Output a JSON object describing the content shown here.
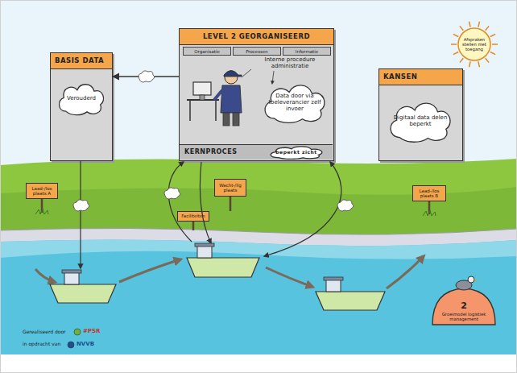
{
  "diagram": {
    "nodes": [
      {
        "text": [
          "BASIS DATA"
        ]
      },
      {
        "text": [
          "Verouderd"
        ],
        "in": 0
      },
      {
        "text": [
          "LEVEL 2 GEORGANISEERD"
        ]
      },
      {
        "text": [
          "Organisatie"
        ],
        "in": 2
      },
      {
        "text": [
          "Processen"
        ],
        "in": 2
      },
      {
        "text": [
          "Informatie"
        ],
        "in": 2
      },
      {
        "text": [
          "Data door via toeleverancier zelf invoer"
        ],
        "in": 2
      },
      {
        "text": [
          "KERNPROCES"
        ],
        "in": 2
      },
      {
        "text": [
          "beperkt zicht"
        ],
        "in": 7
      },
      {
        "text": [
          "KANSEN"
        ]
      },
      {
        "text": [
          "Digitaal data delen beperkt"
        ],
        "in": 9
      },
      {
        "text": [
          "Afspraken stellen met toegang"
        ]
      },
      {
        "text": [
          "Laad-/los plaats A"
        ]
      },
      {
        "text": [
          "Wacht-/lig plaats"
        ]
      },
      {
        "text": [
          "Faciliteiten"
        ]
      },
      {
        "text": [
          "Laad-/los plaats B"
        ]
      },
      {
        "text": [
          "2",
          "Groeimodel logistiek management"
        ]
      }
    ],
    "edges": [
      {
        "from": 2,
        "to": 0,
        "arrow": "to"
      }
    ],
    "labels": [
      "Interne procedure administratie",
      "Gerealiseerd door",
      "#PSR",
      "in opdracht van",
      "NVVB"
    ]
  }
}
